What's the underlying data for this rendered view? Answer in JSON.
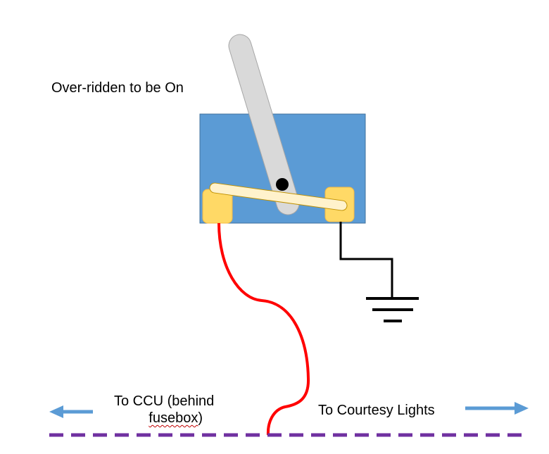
{
  "labels": {
    "switch_state": "Over-ridden to be On",
    "ccu_line1": "To CCU (behind",
    "ccu_line2_word": "fusebox",
    "ccu_line2_rest": ")",
    "courtesy": "To Courtesy Lights"
  },
  "colors": {
    "switch_body": "#5b9bd5",
    "terminal": "#ffd966",
    "lever": "#d9d9d9",
    "contact_arm": "#fff2cc",
    "live_wire": "#ff0000",
    "ground_wire": "#000000",
    "bus_line": "#7030a0",
    "arrow": "#5b9bd5"
  }
}
